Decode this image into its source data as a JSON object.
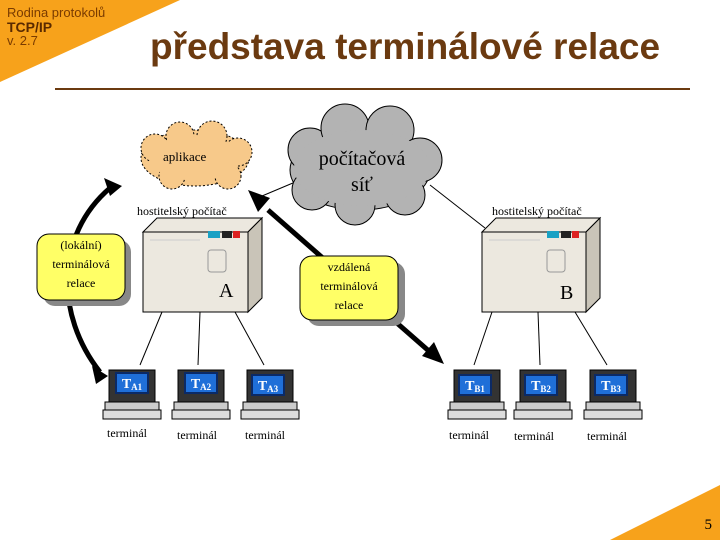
{
  "header": {
    "course": "Rodina protokolů",
    "topic": "TCP/IP",
    "version": "v. 2.7"
  },
  "title": "představa terminálové relace",
  "page_number": "5",
  "diagram": {
    "cloud_application": "aplikace",
    "cloud_network_line1": "počítačová",
    "cloud_network_line2": "síť",
    "host_a_label": "hostitelský počítač",
    "host_b_label": "hostitelský počítač",
    "host_a_letter": "A",
    "host_b_letter": "B",
    "bubble_local": [
      "(lokální)",
      "terminálová",
      "relace"
    ],
    "bubble_remote": [
      "vzdálená",
      "terminálová",
      "relace"
    ],
    "terminal_label": "terminál",
    "terminals": [
      {
        "main": "T",
        "sub": "A1"
      },
      {
        "main": "T",
        "sub": "A2"
      },
      {
        "main": "T",
        "sub": "A3"
      },
      {
        "main": "T",
        "sub": "B1"
      },
      {
        "main": "T",
        "sub": "B2"
      },
      {
        "main": "T",
        "sub": "B3"
      }
    ]
  },
  "colors": {
    "accent_orange": "#f7a21b",
    "title_brown": "#6b3a10",
    "bubble_yellow": "#ffff66",
    "terminal_blue": "#1f6fd8",
    "cloud_gray": "#b3b3b3",
    "cloud_tan": "#f7c98a"
  }
}
